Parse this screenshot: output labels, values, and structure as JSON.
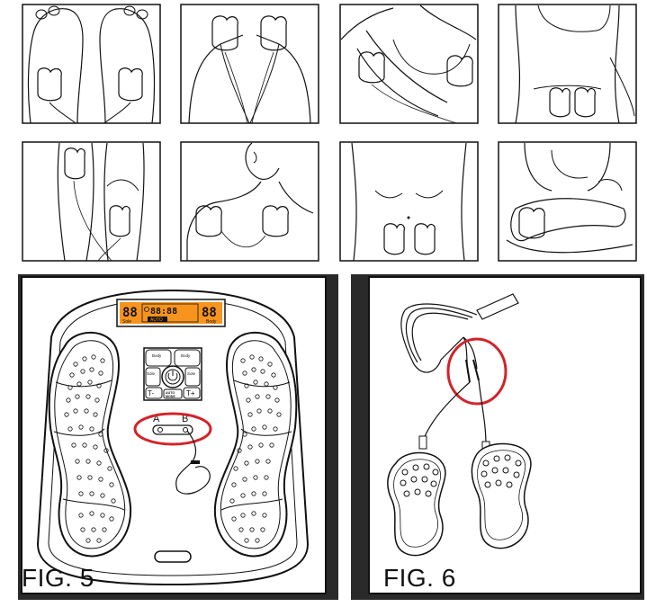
{
  "figure5": {
    "label": "FIG. 5",
    "display": {
      "left_digits": "88",
      "left_label": "Sole",
      "center_time": "88:88",
      "center_label": "AUTO",
      "right_digits": "88",
      "right_label": "Body"
    },
    "controls": {
      "body_plus_left": "Body",
      "body_plus_right": "Body",
      "sole_left": "Sole",
      "sole_right": "Sole",
      "t_minus": "T-",
      "t_plus": "T+",
      "auto_mode": "AUTO\nMODE"
    },
    "ports": {
      "a": "A",
      "b": "B"
    },
    "colors": {
      "lcd": "#f7941d",
      "highlight": "#d2232a"
    }
  },
  "figure6": {
    "label": "FIG. 6",
    "colors": {
      "highlight": "#d2232a"
    }
  }
}
